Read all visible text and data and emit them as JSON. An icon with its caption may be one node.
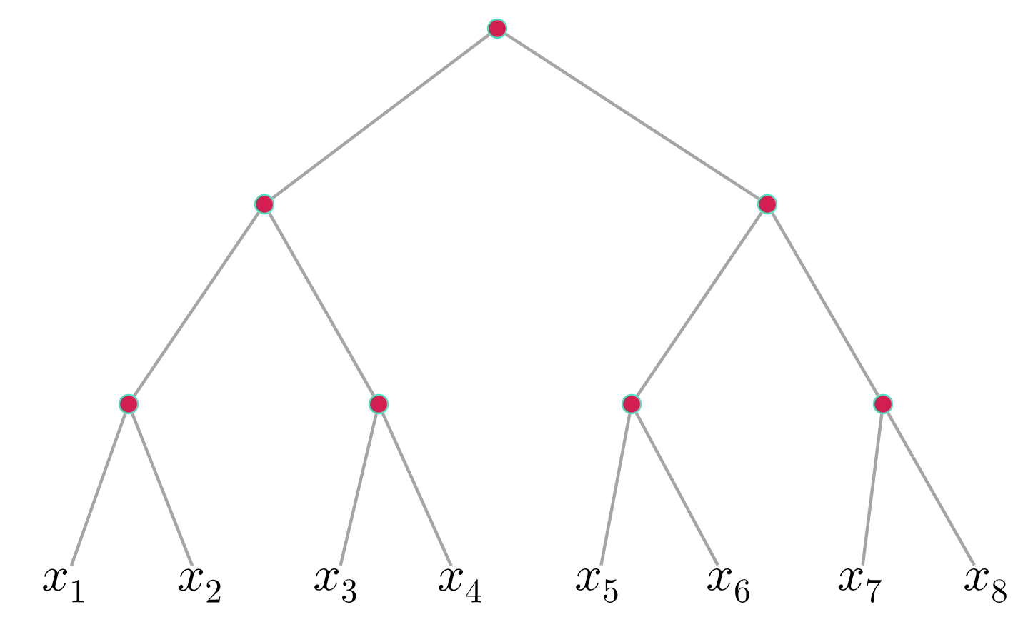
{
  "diagram": {
    "nodes": [
      {
        "text": [],
        "shape": "circle"
      },
      {
        "text": [],
        "shape": "circle"
      },
      {
        "text": [],
        "shape": "circle"
      },
      {
        "text": [],
        "shape": "circle"
      },
      {
        "text": [],
        "shape": "circle"
      },
      {
        "text": [],
        "shape": "circle"
      },
      {
        "text": [],
        "shape": "circle"
      },
      {
        "text": [
          "x_1"
        ]
      },
      {
        "text": [
          "x_2"
        ]
      },
      {
        "text": [
          "x_3"
        ]
      },
      {
        "text": [
          "x_4"
        ]
      },
      {
        "text": [
          "x_5"
        ]
      },
      {
        "text": [
          "x_6"
        ]
      },
      {
        "text": [
          "x_7"
        ]
      },
      {
        "text": [
          "x_8"
        ]
      }
    ],
    "edges": [
      {
        "from": 0,
        "to": 1,
        "arrow": "none"
      },
      {
        "from": 0,
        "to": 2,
        "arrow": "none"
      },
      {
        "from": 1,
        "to": 3,
        "arrow": "none"
      },
      {
        "from": 1,
        "to": 4,
        "arrow": "none"
      },
      {
        "from": 2,
        "to": 5,
        "arrow": "none"
      },
      {
        "from": 2,
        "to": 6,
        "arrow": "none"
      },
      {
        "from": 3,
        "to": 7,
        "arrow": "none"
      },
      {
        "from": 3,
        "to": 8,
        "arrow": "none"
      },
      {
        "from": 4,
        "to": 9,
        "arrow": "none"
      },
      {
        "from": 4,
        "to": 10,
        "arrow": "none"
      },
      {
        "from": 5,
        "to": 11,
        "arrow": "none"
      },
      {
        "from": 5,
        "to": 12,
        "arrow": "none"
      },
      {
        "from": 6,
        "to": 13,
        "arrow": "none"
      },
      {
        "from": 6,
        "to": 14,
        "arrow": "none"
      }
    ]
  }
}
